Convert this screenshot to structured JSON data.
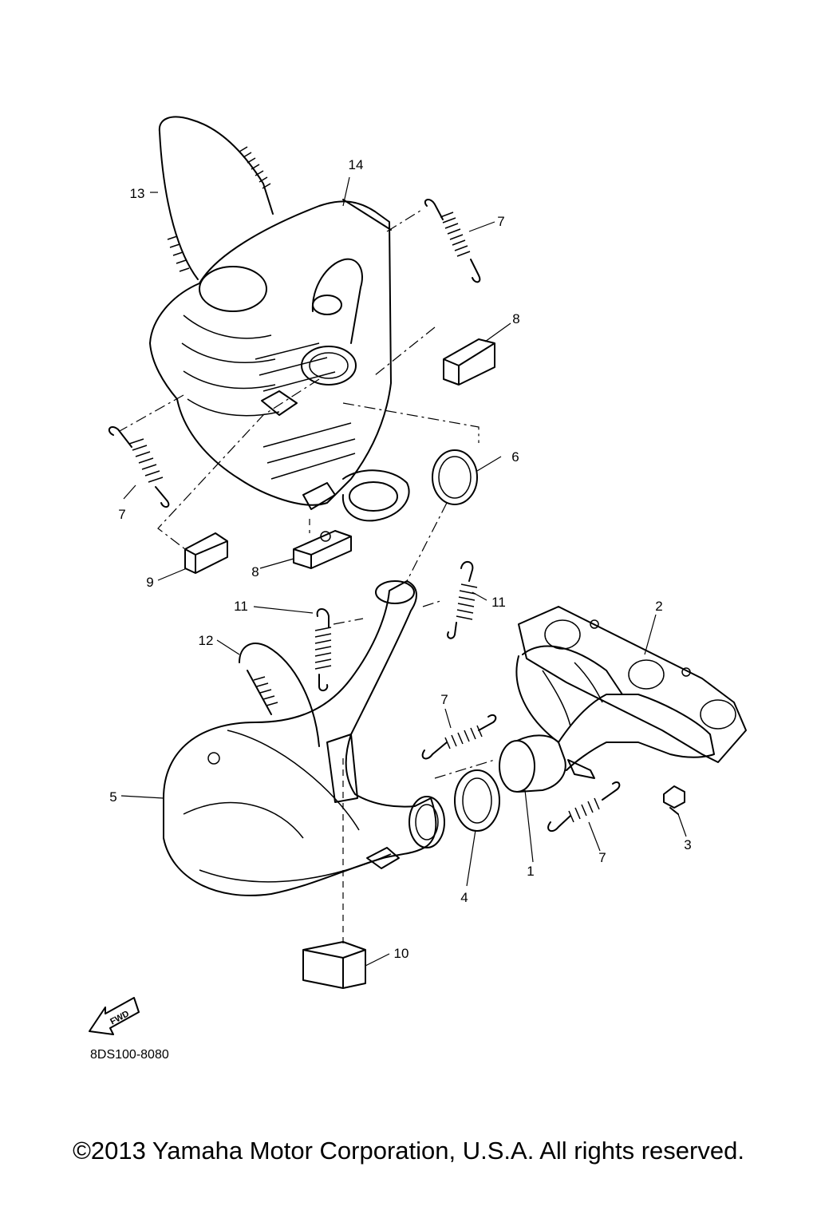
{
  "diagram_code": "8DS100-8080",
  "copyright": "©2013 Yamaha Motor Corporation, U.S.A. All rights reserved.",
  "fwd_label": "FWD",
  "callouts": {
    "c1": "1",
    "c2": "2",
    "c3": "3",
    "c4": "4",
    "c5": "5",
    "c6": "6",
    "c7a": "7",
    "c7b": "7",
    "c7c": "7",
    "c7d": "7",
    "c8a": "8",
    "c8b": "8",
    "c9": "9",
    "c10": "10",
    "c11a": "11",
    "c11b": "11",
    "c12": "12",
    "c13": "13",
    "c14": "14"
  }
}
